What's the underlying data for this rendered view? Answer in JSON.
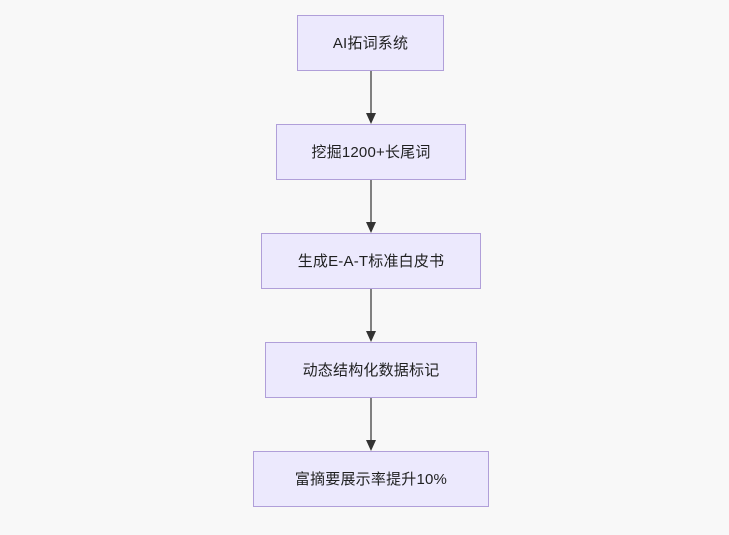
{
  "diagram": {
    "type": "flowchart",
    "direction": "top-to-bottom",
    "background_color": "#f8f8f8",
    "node_fill_color": "#ece9fd",
    "node_border_color": "#b09fd9",
    "node_text_color": "#1f2020",
    "edge_color": "#808080",
    "arrowhead_color": "#333333",
    "nodes": [
      {
        "id": "node-0",
        "label": "AI拓词系统"
      },
      {
        "id": "node-1",
        "label": "挖掘1200+长尾词"
      },
      {
        "id": "node-2",
        "label": "生成E-A-T标准白皮书"
      },
      {
        "id": "node-3",
        "label": "动态结构化数据标记"
      },
      {
        "id": "node-4",
        "label": "富摘要展示率提升10%"
      }
    ],
    "edges": [
      {
        "id": "edge-0",
        "from": "node-0",
        "to": "node-1",
        "label": ""
      },
      {
        "id": "edge-1",
        "from": "node-1",
        "to": "node-2",
        "label": ""
      },
      {
        "id": "edge-2",
        "from": "node-2",
        "to": "node-3",
        "label": ""
      },
      {
        "id": "edge-3",
        "from": "node-3",
        "to": "node-4",
        "label": ""
      }
    ]
  }
}
